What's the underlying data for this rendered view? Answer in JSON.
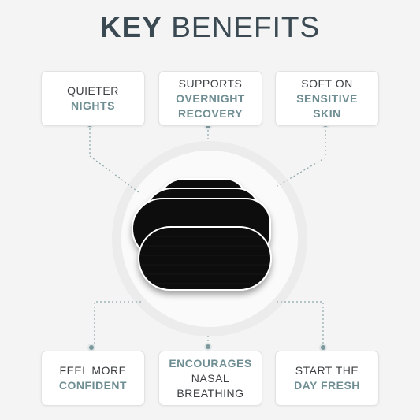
{
  "title": {
    "bold": "KEY",
    "light": "BENEFITS"
  },
  "benefits": [
    {
      "lines": [
        {
          "text": "QUIETER",
          "style": "plain"
        },
        {
          "text": "NIGHTS",
          "style": "accent"
        }
      ]
    },
    {
      "lines": [
        {
          "text": "SUPPORTS",
          "style": "plain"
        },
        {
          "text": "OVERNIGHT",
          "style": "accent"
        },
        {
          "text": "RECOVERY",
          "style": "accent"
        }
      ]
    },
    {
      "lines": [
        {
          "text": "SOFT ON",
          "style": "plain"
        },
        {
          "text": "SENSITIVE",
          "style": "accent"
        },
        {
          "text": "SKIN",
          "style": "accent"
        }
      ]
    },
    {
      "lines": [
        {
          "text": "FEEL MORE",
          "style": "plain"
        },
        {
          "text": "CONFIDENT",
          "style": "accent"
        }
      ]
    },
    {
      "lines": [
        {
          "text": "ENCOURAGES",
          "style": "accent"
        },
        {
          "text": "NASAL",
          "style": "plain"
        },
        {
          "text": "BREATHING",
          "style": "plain"
        }
      ]
    },
    {
      "lines": [
        {
          "text": "START THE",
          "style": "plain"
        },
        {
          "text": "DAY FRESH",
          "style": "accent"
        }
      ]
    }
  ],
  "colors": {
    "background": "#f4f4f4",
    "heading": "#3b4a52",
    "accent": "#6f8e93",
    "strip": "#0d0d0d"
  },
  "product_image": "black-nasal-strips-stack"
}
